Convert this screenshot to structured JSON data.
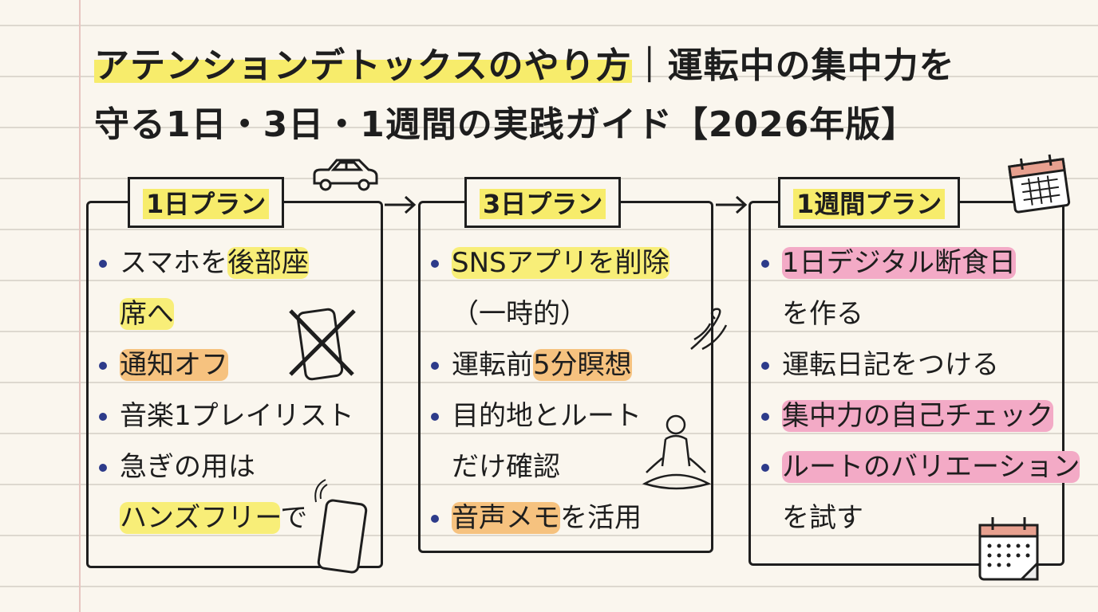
{
  "title": {
    "line1_highlight": "アテンションデトックスのやり方",
    "line1_rest": "｜運転中の集中力を",
    "line2": "守る1日・3日・1週間の実践ガイド【2026年版】"
  },
  "colors": {
    "yellow": "#f7ec6b",
    "orange": "#f6c27f",
    "pink": "#f3aac6",
    "bullet": "#2d3b8a"
  },
  "columns": [
    {
      "label": "1日プラン",
      "items": [
        {
          "lines": [
            [
              {
                "t": "スマホを",
                "h": ""
              },
              {
                "t": "後部座",
                "h": "yellow2"
              }
            ],
            [
              {
                "t": "席へ",
                "h": "yellow2"
              }
            ]
          ]
        },
        {
          "lines": [
            [
              {
                "t": "通知オフ",
                "h": "orange"
              }
            ]
          ]
        },
        {
          "lines": [
            [
              {
                "t": "音楽1プレイリスト",
                "h": ""
              }
            ]
          ]
        },
        {
          "lines": [
            [
              {
                "t": "急ぎの用は",
                "h": ""
              }
            ],
            [
              {
                "t": "ハンズフリー",
                "h": "yellow2"
              },
              {
                "t": "で",
                "h": ""
              }
            ]
          ]
        }
      ]
    },
    {
      "label": "3日プラン",
      "items": [
        {
          "lines": [
            [
              {
                "t": "SNSアプリを削除",
                "h": "yellow2"
              }
            ],
            [
              {
                "t": "（一時的）",
                "h": ""
              }
            ]
          ]
        },
        {
          "lines": [
            [
              {
                "t": "運転前",
                "h": ""
              },
              {
                "t": "5分瞑想",
                "h": "orange"
              }
            ]
          ]
        },
        {
          "lines": [
            [
              {
                "t": "目的地とルート",
                "h": ""
              }
            ],
            [
              {
                "t": "だけ確認",
                "h": ""
              }
            ]
          ]
        },
        {
          "lines": [
            [
              {
                "t": "音声メモ",
                "h": "orange"
              },
              {
                "t": "を活用",
                "h": ""
              }
            ]
          ]
        }
      ]
    },
    {
      "label": "1週間プラン",
      "items": [
        {
          "lines": [
            [
              {
                "t": "1日デジタル断食日",
                "h": "pink"
              }
            ],
            [
              {
                "t": "を作る",
                "h": ""
              }
            ]
          ]
        },
        {
          "lines": [
            [
              {
                "t": "運転日記をつける",
                "h": ""
              }
            ]
          ]
        },
        {
          "lines": [
            [
              {
                "t": "集中力の自己チェック",
                "h": "pink"
              }
            ]
          ]
        },
        {
          "lines": [
            [
              {
                "t": "ルートのバリエーション",
                "h": "pink"
              }
            ],
            [
              {
                "t": "を試す",
                "h": ""
              }
            ]
          ]
        }
      ]
    }
  ]
}
